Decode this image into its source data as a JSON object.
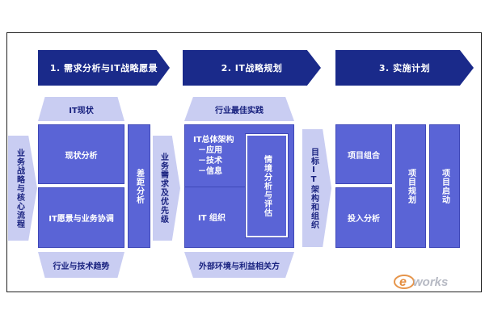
{
  "phases": [
    {
      "label": "1. 需求分析与IT战略愿景"
    },
    {
      "label": "2. IT战略规划"
    },
    {
      "label": "3. 实施计划"
    }
  ],
  "left_input": "业务战略与核心流程",
  "section1": {
    "top_tab": "IT现状",
    "box_current": "现状分析",
    "box_vision": "IT愿景与业务协调",
    "gap": "差距分析",
    "bottom_tab": "行业与技术趋势"
  },
  "arrow1": "业务需求及优先级",
  "section2": {
    "top_tab": "行业最佳实践",
    "arch_title": "IT总体架构",
    "arch_items": [
      "－应用",
      "－技术",
      "－信息"
    ],
    "org": "IT 组织",
    "scenario": "情境分析与评估",
    "bottom_tab": "外部环境与利益相关方"
  },
  "arrow2": "目标IT架构和组织",
  "section3": {
    "portfolio": "项目组合",
    "investment": "投入分析",
    "planning": "项目规划",
    "launch": "项目启动"
  },
  "watermark": "works",
  "colors": {
    "phase_bg": "#1a2a8a",
    "box_blue": "#5a64d6",
    "box_light": "#c9cdf2",
    "logo_orange": "#e07a1e"
  }
}
